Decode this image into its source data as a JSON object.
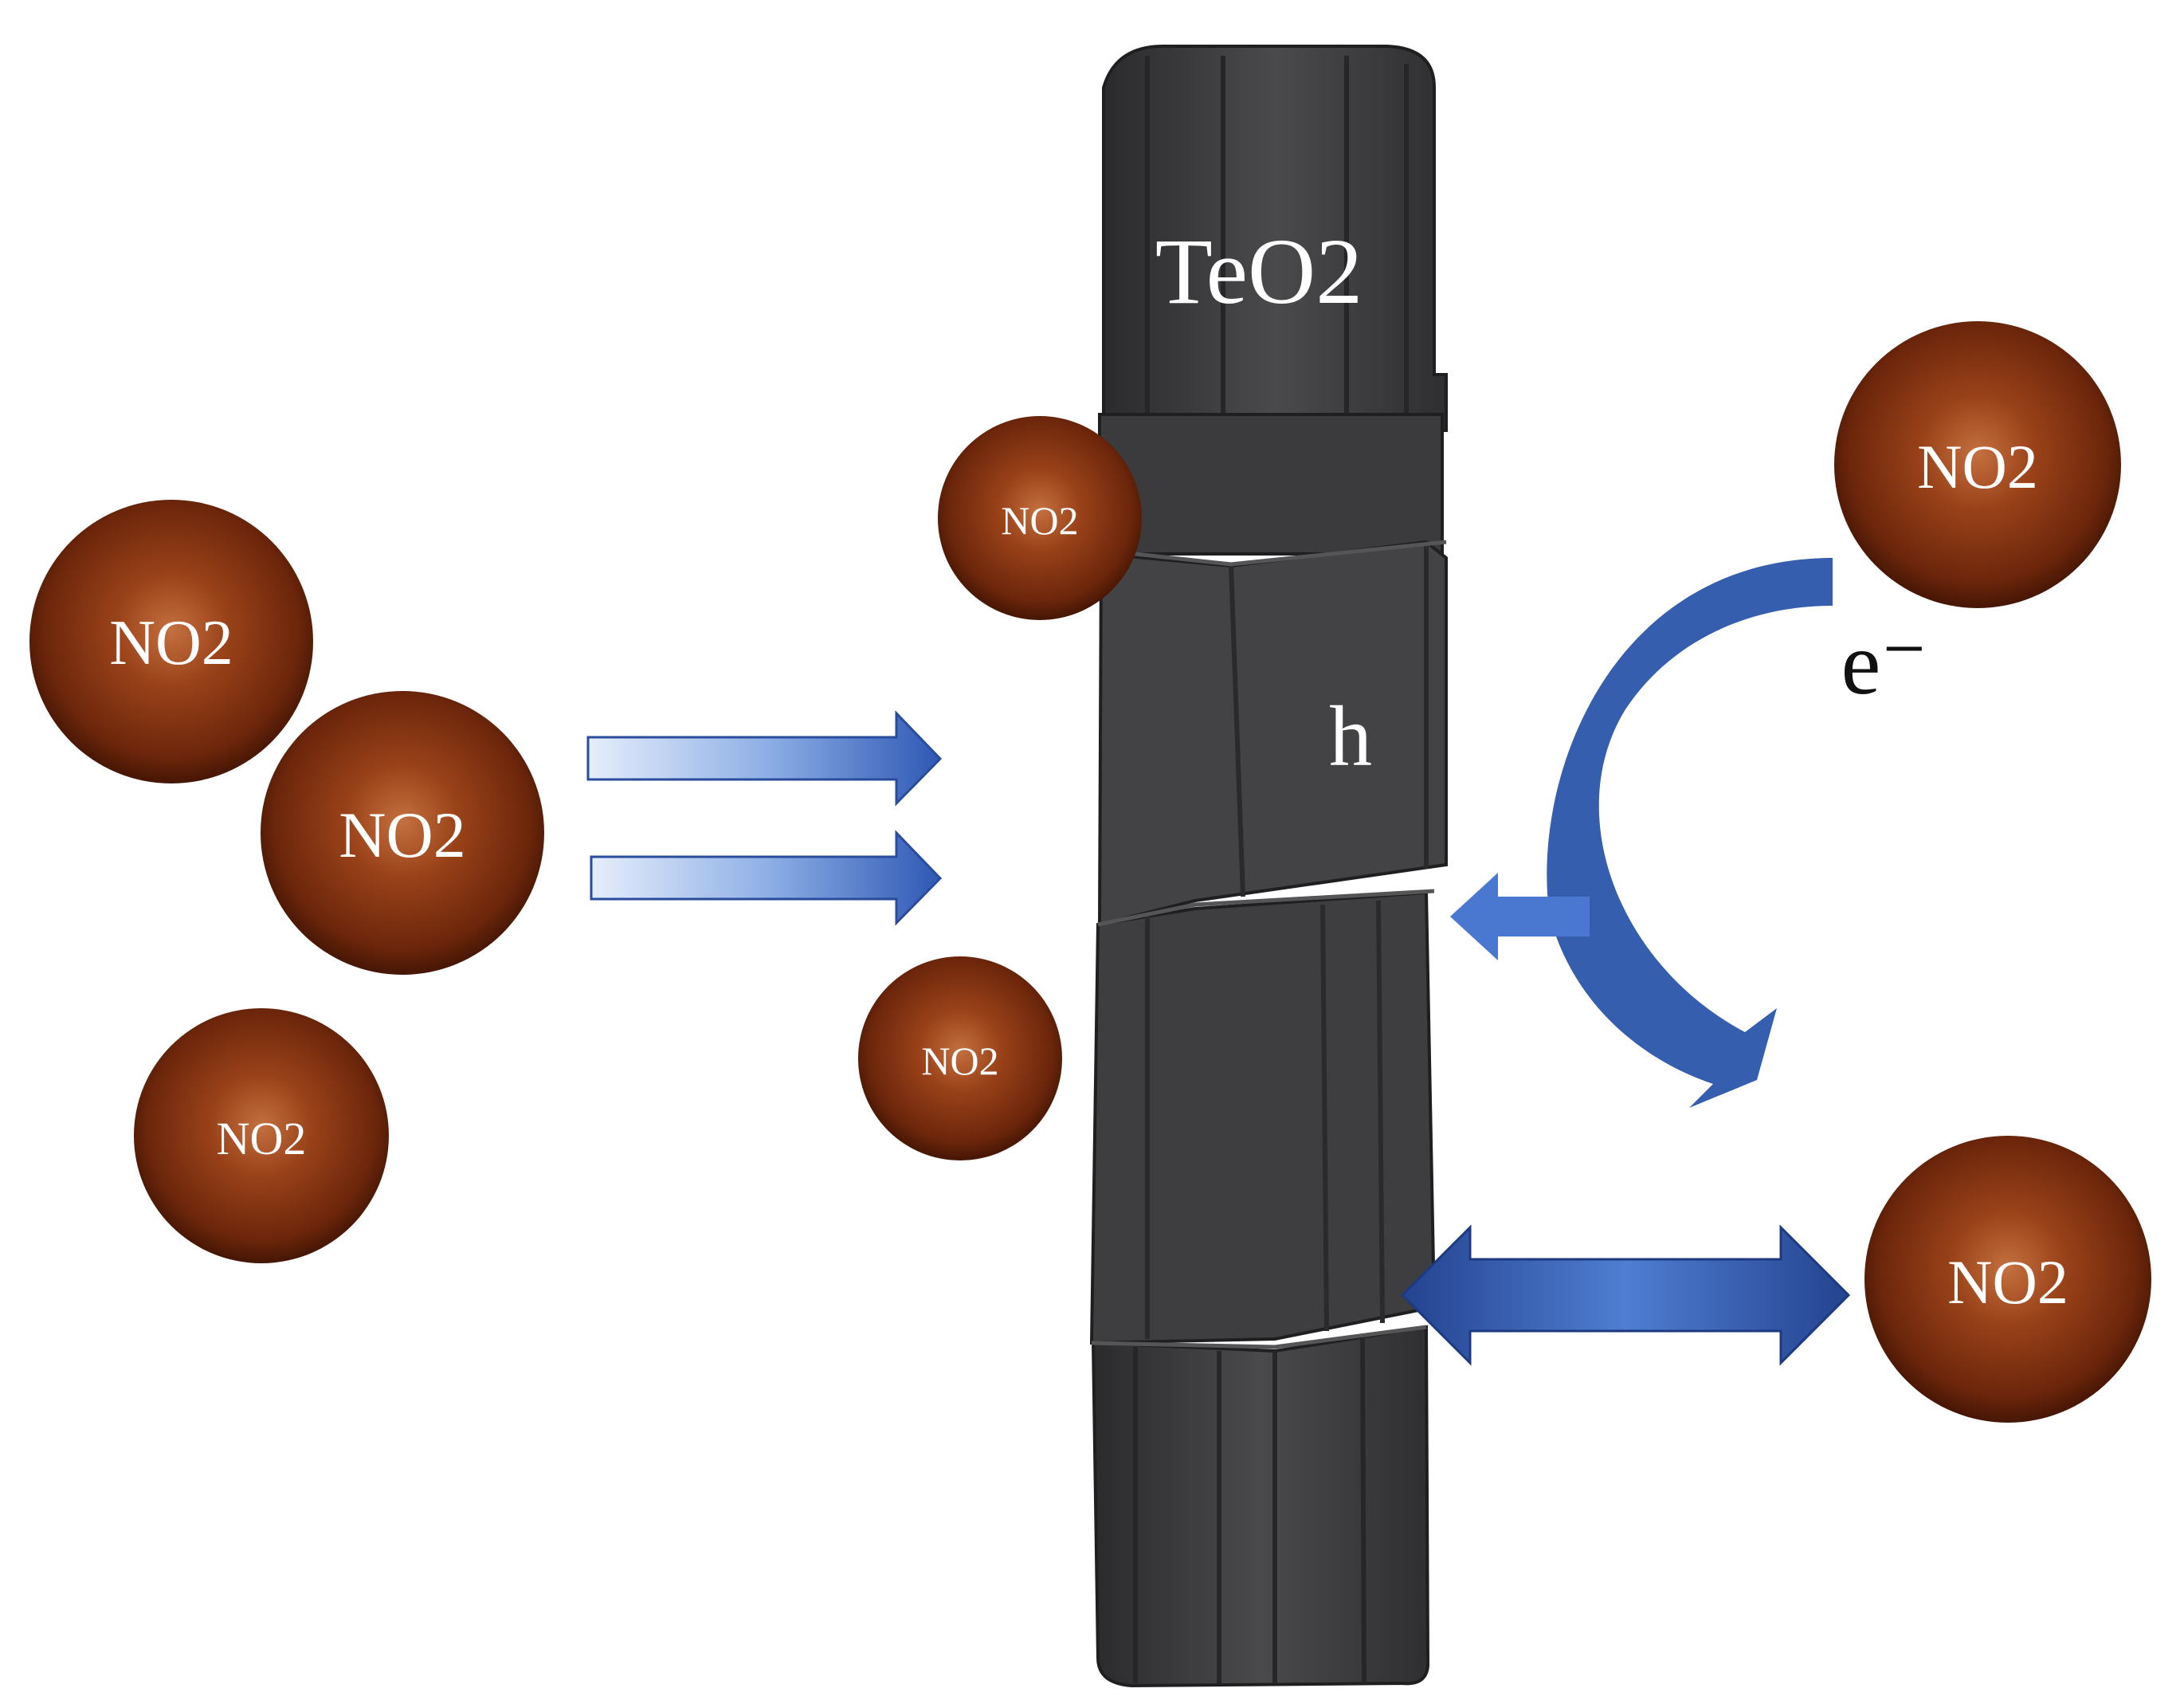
{
  "rod": {
    "label": "TeO2",
    "hole_label": "h",
    "color": "#3d3d3f"
  },
  "electron_label": "e⁻",
  "molecule": {
    "label": "NO2",
    "color": "#8a3612"
  },
  "arrow_colors": {
    "dark_blue": "#2e4f9a",
    "mid_blue": "#4a78d0",
    "light_blue": "#c9daf3"
  }
}
